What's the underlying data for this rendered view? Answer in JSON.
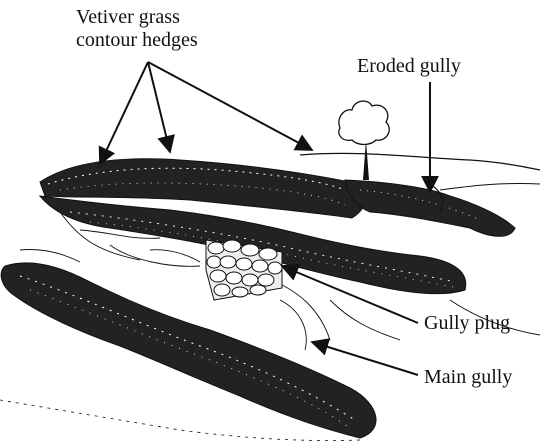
{
  "labels": {
    "hedges_line1": "Vetiver grass",
    "hedges_line2": "contour hedges",
    "eroded_gully": "Eroded gully",
    "gully_plug": "Gully plug",
    "main_gully": "Main gully"
  },
  "colors": {
    "ink": "#111111",
    "background": "#ffffff"
  }
}
